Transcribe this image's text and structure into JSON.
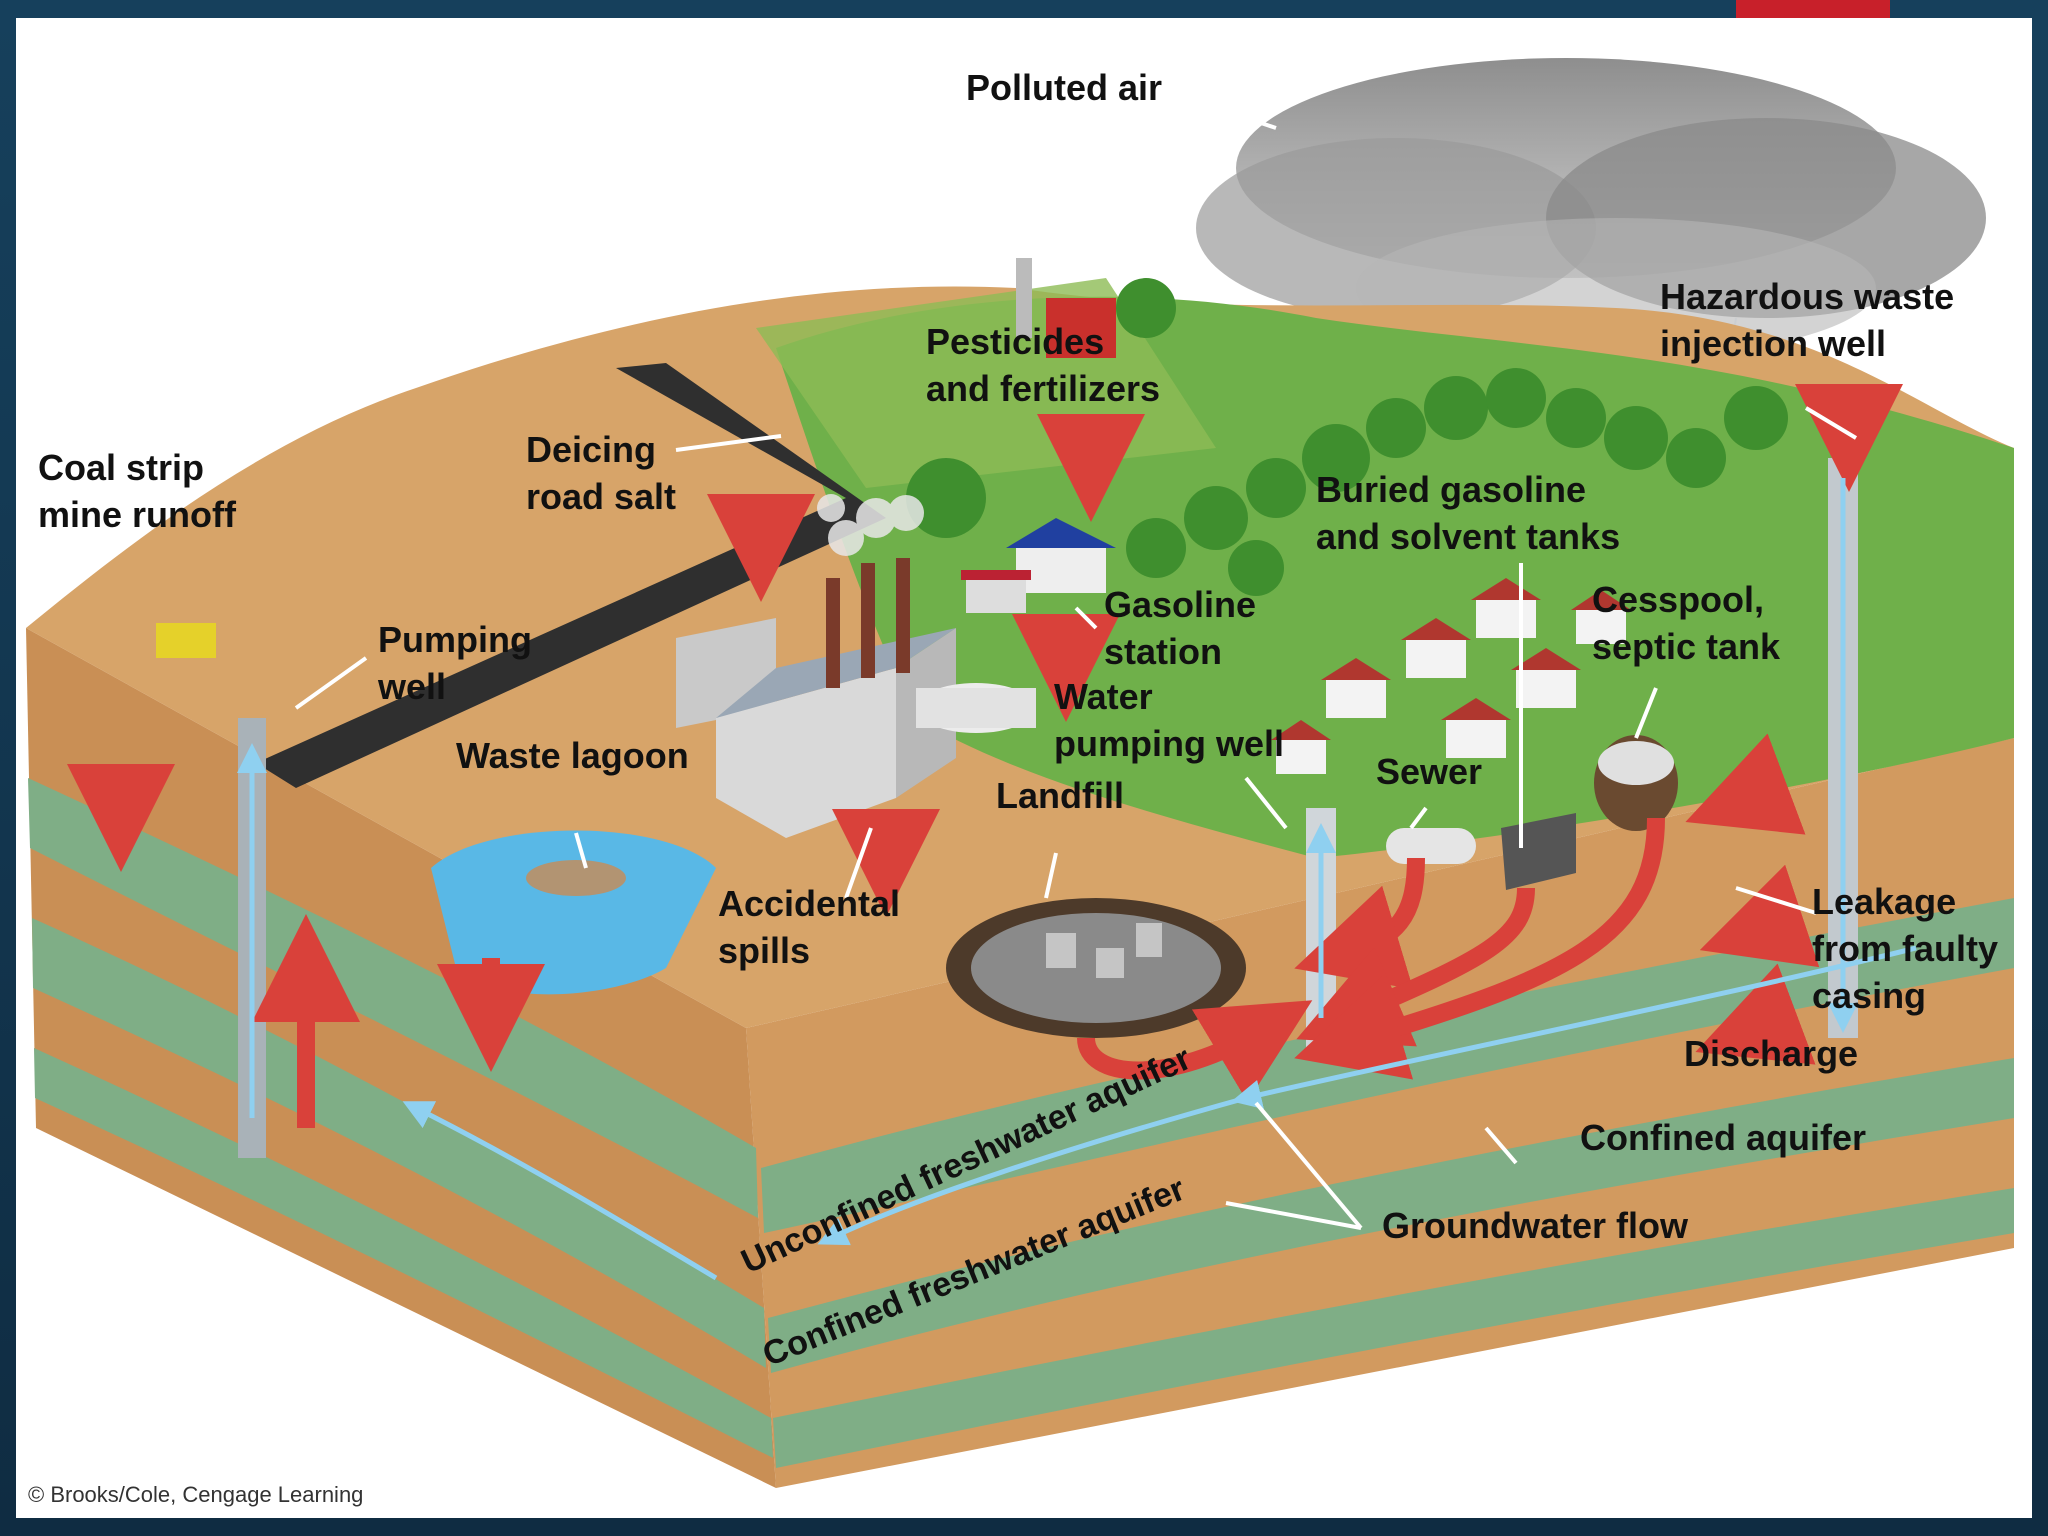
{
  "labels": {
    "polluted_air": "Polluted air",
    "hazardous_waste": "Hazardous waste\ninjection well",
    "pesticides": "Pesticides\nand fertilizers",
    "deicing": "Deicing\nroad salt",
    "coal_strip": "Coal strip\nmine runoff",
    "buried_gasoline": "Buried gasoline\nand solvent tanks",
    "gasoline_station": "Gasoline\nstation",
    "cesspool": "Cesspool,\nseptic tank",
    "pumping_well": "Pumping\nwell",
    "water_pumping_well": "Water\npumping well",
    "waste_lagoon": "Waste lagoon",
    "sewer": "Sewer",
    "landfill": "Landfill",
    "accidental_spills": "Accidental\nspills",
    "leakage": "Leakage\nfrom faulty\ncasing",
    "discharge": "Discharge",
    "confined_aquifer": "Confined aquifer",
    "groundwater_flow": "Groundwater flow",
    "unconfined_freshwater_aquifer": "Unconfined freshwater aquifer",
    "confined_freshwater_aquifer": "Confined freshwater aquifer"
  },
  "credit": "© Brooks/Cole, Cengage Learning",
  "colors": {
    "soil": "#d9a56a",
    "aquifer_green": "#7fae86",
    "grass": "#6fb04a",
    "pollution_arrow": "#d9413a",
    "water": "#59b8e6",
    "frame": "#12324a",
    "accent": "#c8202a"
  }
}
